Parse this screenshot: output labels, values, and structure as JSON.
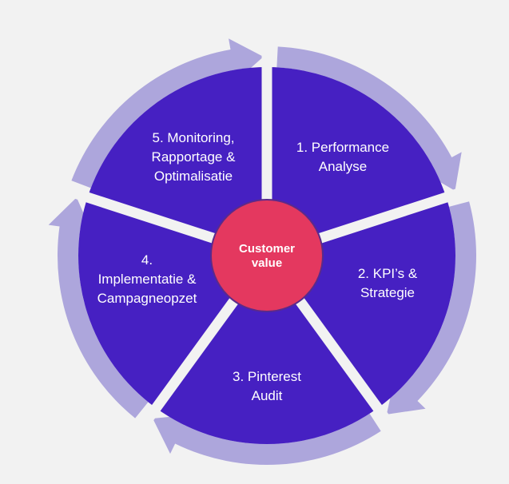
{
  "colors": {
    "background": "#f2f2f2",
    "segment": "#4620c2",
    "divider": "#f2f2f2",
    "arrow_ring": "#ada6dc",
    "center": "#e4385f",
    "text": "#ffffff"
  },
  "center": {
    "lines": [
      "Customer",
      "value"
    ]
  },
  "steps": [
    {
      "lines": [
        "1. Performance",
        "Analyse"
      ]
    },
    {
      "lines": [
        "2. KPI’s &",
        "Strategie"
      ]
    },
    {
      "lines": [
        "3. Pinterest",
        "Audit"
      ]
    },
    {
      "lines": [
        "4.",
        "Implementatie &",
        "Campagneopzet"
      ]
    },
    {
      "lines": [
        "5. Monitoring,",
        "Rapportage &",
        "Optimalisatie"
      ]
    }
  ]
}
